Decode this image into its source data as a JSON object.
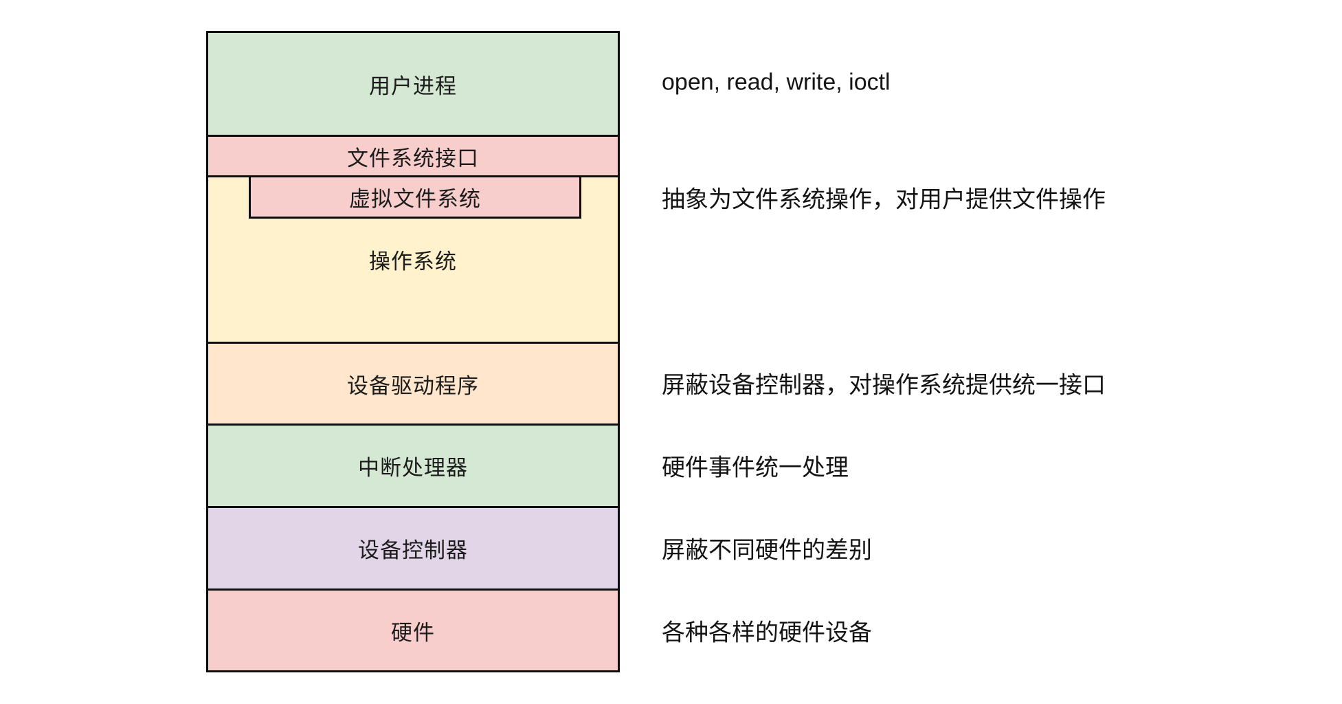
{
  "diagram": {
    "description_labels": {
      "type": "layered-architecture-diagram"
    },
    "colors": {
      "green": "#d5e8d4",
      "pink": "#f8cecc",
      "yellow": "#fff2cc",
      "orange": "#ffe6cc",
      "purple": "#e1d5e7",
      "border": "#0d0d0d",
      "background": "#ffffff",
      "text": "#141414"
    },
    "layers": [
      {
        "id": "user-process",
        "label": "用户进程",
        "color": "#d5e8d4"
      },
      {
        "id": "fs-interface",
        "label": "文件系统接口",
        "color": "#f8cecc"
      },
      {
        "id": "operating-system",
        "label": "操作系统",
        "color": "#fff2cc"
      },
      {
        "id": "virtual-fs",
        "label": "虚拟文件系统",
        "color": "#f8cecc"
      },
      {
        "id": "device-driver",
        "label": "设备驱动程序",
        "color": "#ffe6cc"
      },
      {
        "id": "interrupt-handler",
        "label": "中断处理器",
        "color": "#d5e8d4"
      },
      {
        "id": "device-controller",
        "label": "设备控制器",
        "color": "#e1d5e7"
      },
      {
        "id": "hardware",
        "label": "硬件",
        "color": "#f8cecc"
      }
    ],
    "annotations": [
      {
        "for": "user-process",
        "text": "open, read, write, ioctl"
      },
      {
        "for": "virtual-fs",
        "text": "抽象为文件系统操作，对用户提供文件操作"
      },
      {
        "for": "device-driver",
        "text": "屏蔽设备控制器，对操作系统提供统一接口"
      },
      {
        "for": "interrupt-handler",
        "text": "硬件事件统一处理"
      },
      {
        "for": "device-controller",
        "text": "屏蔽不同硬件的差别"
      },
      {
        "for": "hardware",
        "text": "各种各样的硬件设备"
      }
    ]
  }
}
